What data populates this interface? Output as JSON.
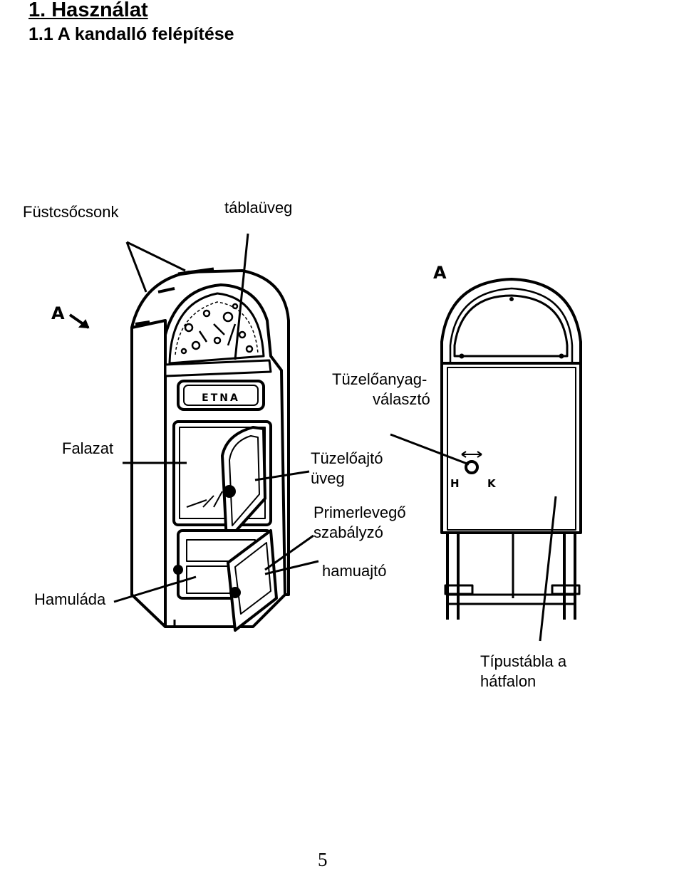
{
  "heading": "1. Használat",
  "subheading": "1.1 A kandalló felépítése",
  "marks": {
    "view_marker": "A",
    "brand": "ETNA",
    "h": "H",
    "k": "K"
  },
  "labels": {
    "fustcsocsonk": "Füstcsőcsonk",
    "tablaüveg": "táblaüveg",
    "tuzeloanyag_line1": "Tüzelőanyag-",
    "tuzeloanyag_line2": "választó",
    "falazat": "Falazat",
    "tuzeloajto_line1": "Tüzelőajtó",
    "tuzeloajto_line2": "üveg",
    "primer_line1": "Primerlevegő",
    "primer_line2": "szabályzó",
    "hamuajto": "hamuajtó",
    "hamulada": "Hamuláda",
    "tipustabla_line1": "Típustábla a",
    "tipustabla_line2": "hátfalon"
  },
  "page_number": "5"
}
